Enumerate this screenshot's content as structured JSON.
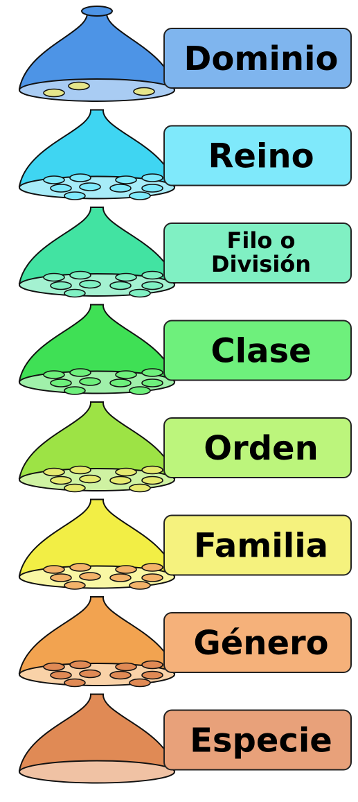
{
  "ranks": [
    {
      "label": [
        "Dominio"
      ],
      "color": "#4d94e6",
      "bottom": "#a9ccf3",
      "box": "#7fb5ee",
      "pore": "#e6e68a",
      "layout": "large"
    },
    {
      "label": [
        "Reino"
      ],
      "color": "#3fd5f2",
      "bottom": "#a7ecf8",
      "box": "#7fe9fb",
      "pore": "#7fe9fb",
      "layout": "small"
    },
    {
      "label": [
        "Filo o",
        "División"
      ],
      "color": "#42e3a2",
      "bottom": "#a4f1d1",
      "box": "#80f0c3",
      "pore": "#80f0c3",
      "layout": "small"
    },
    {
      "label": [
        "Clase"
      ],
      "color": "#3fe055",
      "bottom": "#a0f0aa",
      "box": "#6ef07c",
      "pore": "#6ef07c",
      "layout": "small"
    },
    {
      "label": [
        "Orden"
      ],
      "color": "#9de345",
      "bottom": "#cff2a2",
      "box": "#bcf57c",
      "pore": "#e6ea70",
      "layout": "small"
    },
    {
      "label": [
        "Familia"
      ],
      "color": "#f2ee45",
      "bottom": "#f9f7a4",
      "box": "#f5f27e",
      "pore": "#f3b36a",
      "layout": "small"
    },
    {
      "label": [
        "Género"
      ],
      "color": "#f2a350",
      "bottom": "#f9d2a8",
      "box": "#f5b17a",
      "pore": "#e08a55",
      "layout": "small"
    },
    {
      "label": [
        "Especie"
      ],
      "color": "#e08a55",
      "bottom": "#f0c2a4",
      "box": "#e8a17a",
      "pore": null,
      "layout": "none"
    }
  ]
}
